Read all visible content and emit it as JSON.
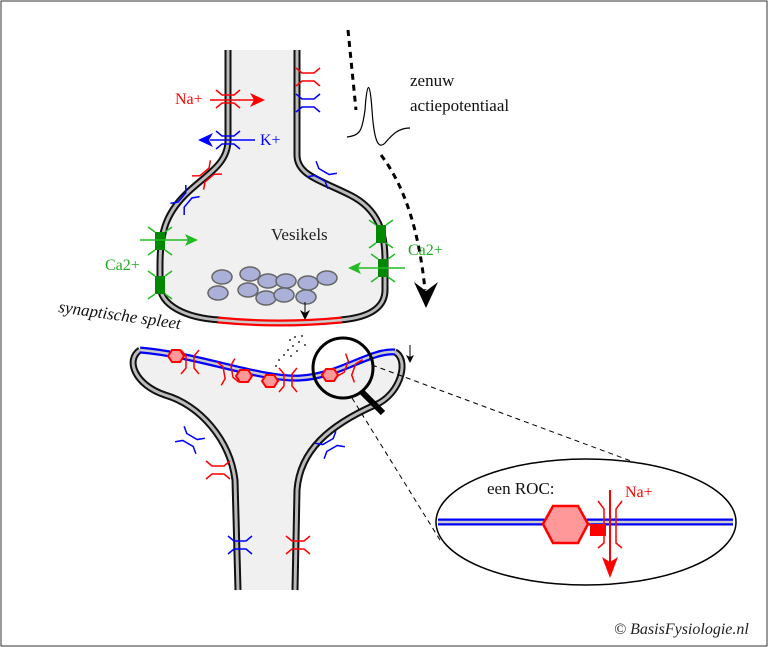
{
  "labels": {
    "na_top": "Na+",
    "k": "K+",
    "zenuw": "zenuw",
    "actiepotentiaal": "actiepotentiaal",
    "vesikels": "Vesikels",
    "ca_left": "Ca2+",
    "ca_right": "Ca2+",
    "spleet": "synaptische spleet",
    "roc": "een ROC:",
    "na_roc": "Na+",
    "copyright": "© BasisFysiologie.nl"
  },
  "colors": {
    "sodium": "#ff0000",
    "potassium": "#0000ff",
    "calcium": "#009900",
    "cell_fill": "#f0f0f0",
    "vesicle": "#aab0d8"
  }
}
